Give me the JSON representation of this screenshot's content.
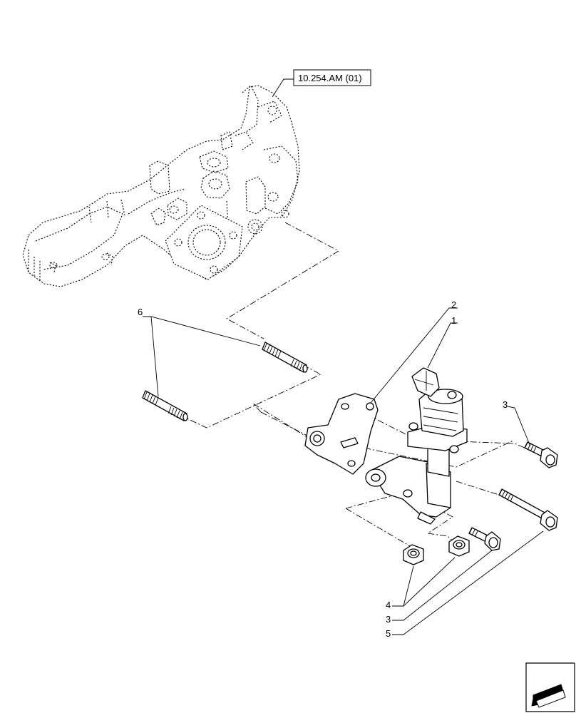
{
  "reference": "10.254.AM (01)",
  "callouts": {
    "c1": "1",
    "c2": "2",
    "c3a": "3",
    "c3b": "3",
    "c4": "4",
    "c5": "5",
    "c6": "6"
  },
  "icons": {
    "nav": "arrow-icon"
  }
}
